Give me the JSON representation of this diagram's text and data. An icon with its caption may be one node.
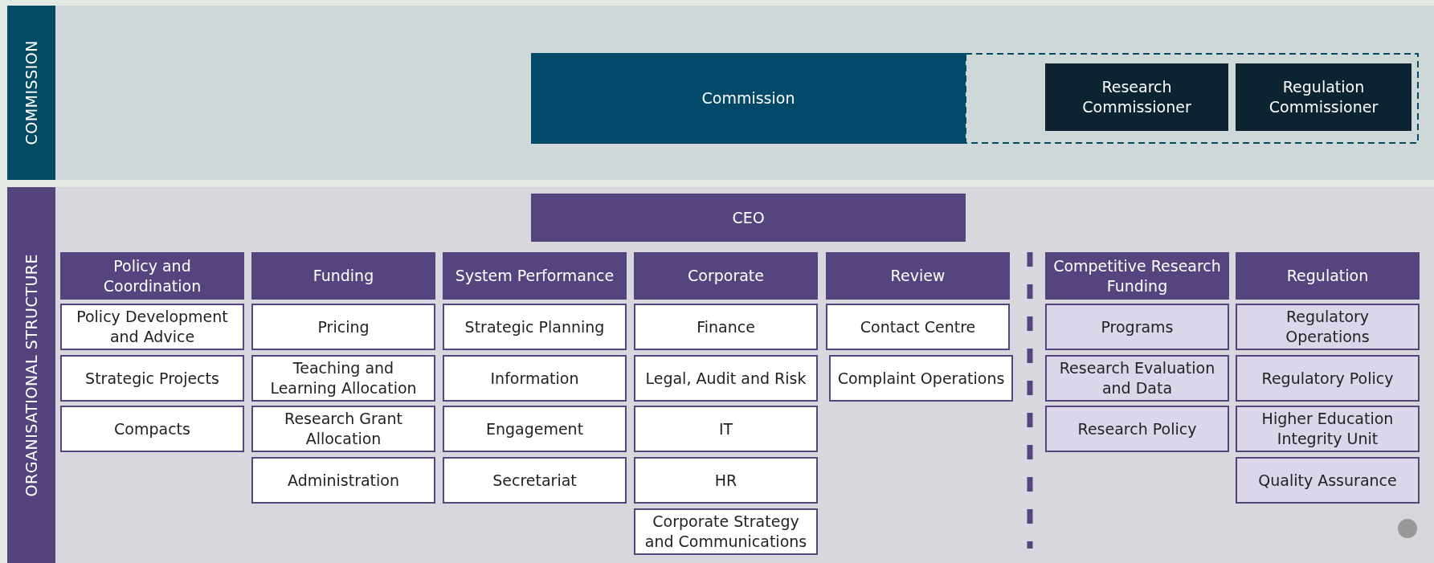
{
  "diagram": {
    "nodes": [
      {
        "text": [
          "COMMISSION"
        ]
      },
      {
        "text": [
          "Commission"
        ],
        "in": 0
      },
      {
        "text": [
          "Research Commissioner"
        ],
        "in": 0
      },
      {
        "text": [
          "Regulation Commissioner"
        ],
        "in": 0
      },
      {
        "text": [
          "ORGANISATIONAL STRUCTURE"
        ]
      },
      {
        "text": [
          "CEO"
        ],
        "in": 4
      },
      {
        "text": [
          "Policy and Coordination"
        ],
        "in": 4
      },
      {
        "text": [
          "Policy Development and Advice"
        ],
        "in": 4
      },
      {
        "text": [
          "Strategic Projects"
        ],
        "in": 4
      },
      {
        "text": [
          "Compacts"
        ],
        "in": 4
      },
      {
        "text": [
          "Funding"
        ],
        "in": 4
      },
      {
        "text": [
          "Pricing"
        ],
        "in": 4
      },
      {
        "text": [
          "Teaching and Learning Allocation"
        ],
        "in": 4
      },
      {
        "text": [
          "Research Grant Allocation"
        ],
        "in": 4
      },
      {
        "text": [
          "Administration"
        ],
        "in": 4
      },
      {
        "text": [
          "System Performance"
        ],
        "in": 4
      },
      {
        "text": [
          "Strategic Planning"
        ],
        "in": 4
      },
      {
        "text": [
          "Information"
        ],
        "in": 4
      },
      {
        "text": [
          "Engagement"
        ],
        "in": 4
      },
      {
        "text": [
          "Secretariat"
        ],
        "in": 4
      },
      {
        "text": [
          "Corporate"
        ],
        "in": 4
      },
      {
        "text": [
          "Finance"
        ],
        "in": 4
      },
      {
        "text": [
          "Legal, Audit and Risk"
        ],
        "in": 4
      },
      {
        "text": [
          "IT"
        ],
        "in": 4
      },
      {
        "text": [
          "HR"
        ],
        "in": 4
      },
      {
        "text": [
          "Corporate Strategy and Communications"
        ],
        "in": 4
      },
      {
        "text": [
          "Review"
        ],
        "in": 4
      },
      {
        "text": [
          "Contact Centre"
        ],
        "in": 4
      },
      {
        "text": [
          "Complaint Operations"
        ],
        "in": 4
      },
      {
        "text": [
          "Competitive Research Funding"
        ],
        "in": 4
      },
      {
        "text": [
          "Programs"
        ],
        "in": 4
      },
      {
        "text": [
          "Research Evaluation and Data"
        ],
        "in": 4
      },
      {
        "text": [
          "Research Policy"
        ],
        "in": 4
      },
      {
        "text": [
          "Regulation"
        ],
        "in": 4
      },
      {
        "text": [
          "Regulatory Operations"
        ],
        "in": 4
      },
      {
        "text": [
          "Regulatory Policy"
        ],
        "in": 4
      },
      {
        "text": [
          "Higher Education Integrity Unit"
        ],
        "in": 4
      },
      {
        "text": [
          "Quality Assurance"
        ],
        "in": 4
      }
    ]
  }
}
